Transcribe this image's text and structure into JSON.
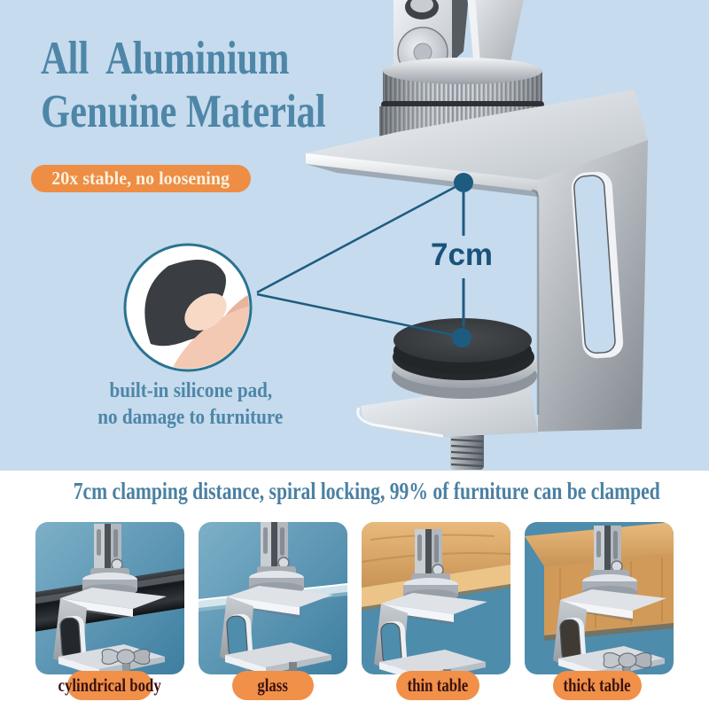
{
  "hero": {
    "title_line1": "All  Aluminium",
    "title_line2": "Genuine Material",
    "badge_label": "20x stable, no loosening",
    "measurement_label": "7cm",
    "inset_caption_line1": "built-in silicone pad,",
    "inset_caption_line2": "no damage to furniture"
  },
  "footer": {
    "heading": "7cm clamping distance, spiral locking, 99% of furniture can be clamped",
    "thumbnails": [
      {
        "label": "cylindrical body"
      },
      {
        "label": "glass"
      },
      {
        "label": "thin table"
      },
      {
        "label": "thick table"
      }
    ]
  },
  "colors": {
    "background_blue": "#c6dbed",
    "title_blue": "#4e86a8",
    "badge_orange": "#ee8d44",
    "badge_text_cream": "#f9f1dd",
    "annotation_teal": "#1d5c80",
    "caption_blue": "#4d86a8",
    "bottom_heading_blue": "#4a80a2",
    "label_pill_orange": "#f09049",
    "label_text_maroon": "#3a1210",
    "thumbnail_teal": "#4f8dac",
    "wood_tan": "#d8a160",
    "silicone_pad_gray": "#3a3d41"
  }
}
